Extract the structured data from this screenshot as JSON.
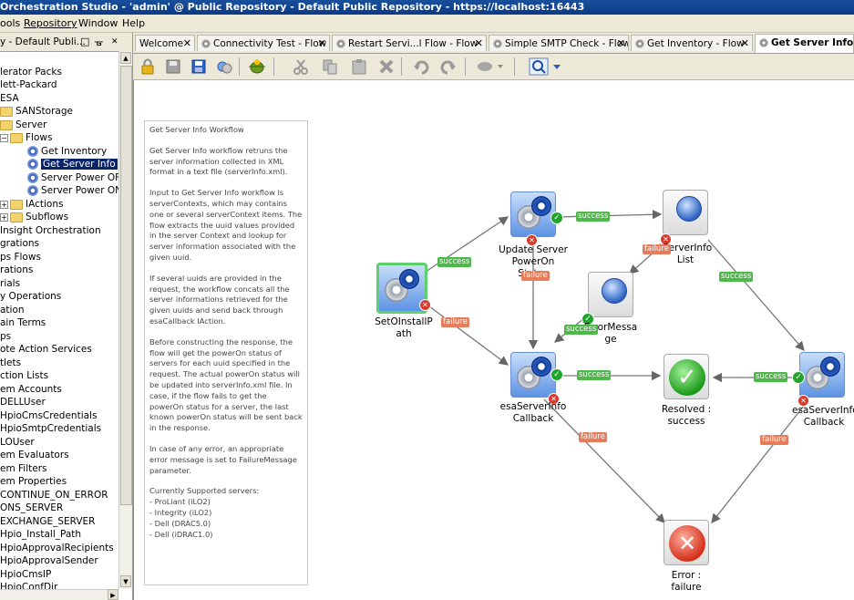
{
  "window": {
    "title": "Orchestration Studio - 'admin' @ Public Repository - Default Public Repository - https://localhost:16443"
  },
  "menu": {
    "items": [
      "ools",
      "Repository",
      "Window",
      "Help"
    ]
  },
  "left_panel": {
    "title": "y - Default Publi...",
    "tree": [
      "lerator Packs",
      "lett-Packard",
      "ESA",
      "SANStorage",
      "Server",
      "Flows",
      "Get Inventory",
      "Get Server Info",
      "Server Power OFF",
      "Server Power ON",
      "IActions",
      "Subflows",
      "Insight Orchestration",
      "grations",
      "ps Flows",
      "rations",
      "rials",
      "y Operations",
      "ation",
      "ain Terms",
      "ps",
      "ote Action Services",
      "tlets",
      "ction Lists",
      "em Accounts",
      "DELLUser",
      "HpioCmsCredentials",
      "HpioSmtpCredentials",
      "LOUser",
      "em Evaluators",
      "em Filters",
      "em Properties",
      "CONTINUE_ON_ERROR",
      "ONS_SERVER",
      "EXCHANGE_SERVER",
      "Hpio_Install_Path",
      "HpioApprovalRecipients",
      "HpioApprovalSender",
      "HpioCmsIP",
      "HpioConfDir"
    ]
  },
  "tabs": [
    {
      "label": "Welcome"
    },
    {
      "label": "Connectivity Test - Flow"
    },
    {
      "label": "Restart Servi...l Flow - Flow"
    },
    {
      "label": "Simple SMTP Check - Flow"
    },
    {
      "label": "Get Inventory - Flow"
    },
    {
      "label": "Get Server Info -"
    }
  ],
  "description": {
    "title": "Get Server Info Workflow",
    "paragraphs": [
      "Get Server Info workflow retruns the server information collected in XML format in a text file (serverInfo.xml).",
      "Input to Get Server Info workflow is serverContexts, which may contains one or several serverContext items. The flow extracts the uuid values provided in the server Context and lookup for server information associated with the given uuid.",
      "If several uuids are provided in the request, the workflow concats all the server informations retrieved for the given uuids and send back through esaCallback IAction.",
      "Before constructing the response, the flow will get the powerOn status of servers for each uuid specified in the request. The actual powerOn status will be updated into serverInfo.xml file. In case, if the flow fails to get the powerOn status for a server, the last known powerOn status will be sent back in the response.",
      "In case of any error, an appropriate error message is set to FailureMessage parameter."
    ],
    "supported_title": "Currently Supported servers:",
    "supported": [
      "- ProLiant (iLO2)",
      "- Integrity (iLO2)",
      "- Dell (DRAC5.0)",
      "- Dell (iDRAC1.0)"
    ]
  },
  "flow": {
    "nodes": {
      "setinstall": {
        "line1": "SetOInstallP",
        "line2": "ath"
      },
      "update": {
        "line1": "Update Server",
        "line2": "PowerOn",
        "line3": "Status"
      },
      "getserver": {
        "line1": "tServerInfo",
        "line2": "List"
      },
      "error": {
        "line1": "ErrorMessa",
        "line2": "ge"
      },
      "callback1": {
        "line1": "esaServerInfo",
        "line2": "Callback"
      },
      "resolved": {
        "line1": "Resolved :",
        "line2": "success"
      },
      "callback2": {
        "line1": "esaServerInfo",
        "line2": "Callback"
      },
      "failure": {
        "line1": "Error :",
        "line2": "failure"
      }
    },
    "labels": {
      "success": "success",
      "failure": "failure"
    }
  }
}
